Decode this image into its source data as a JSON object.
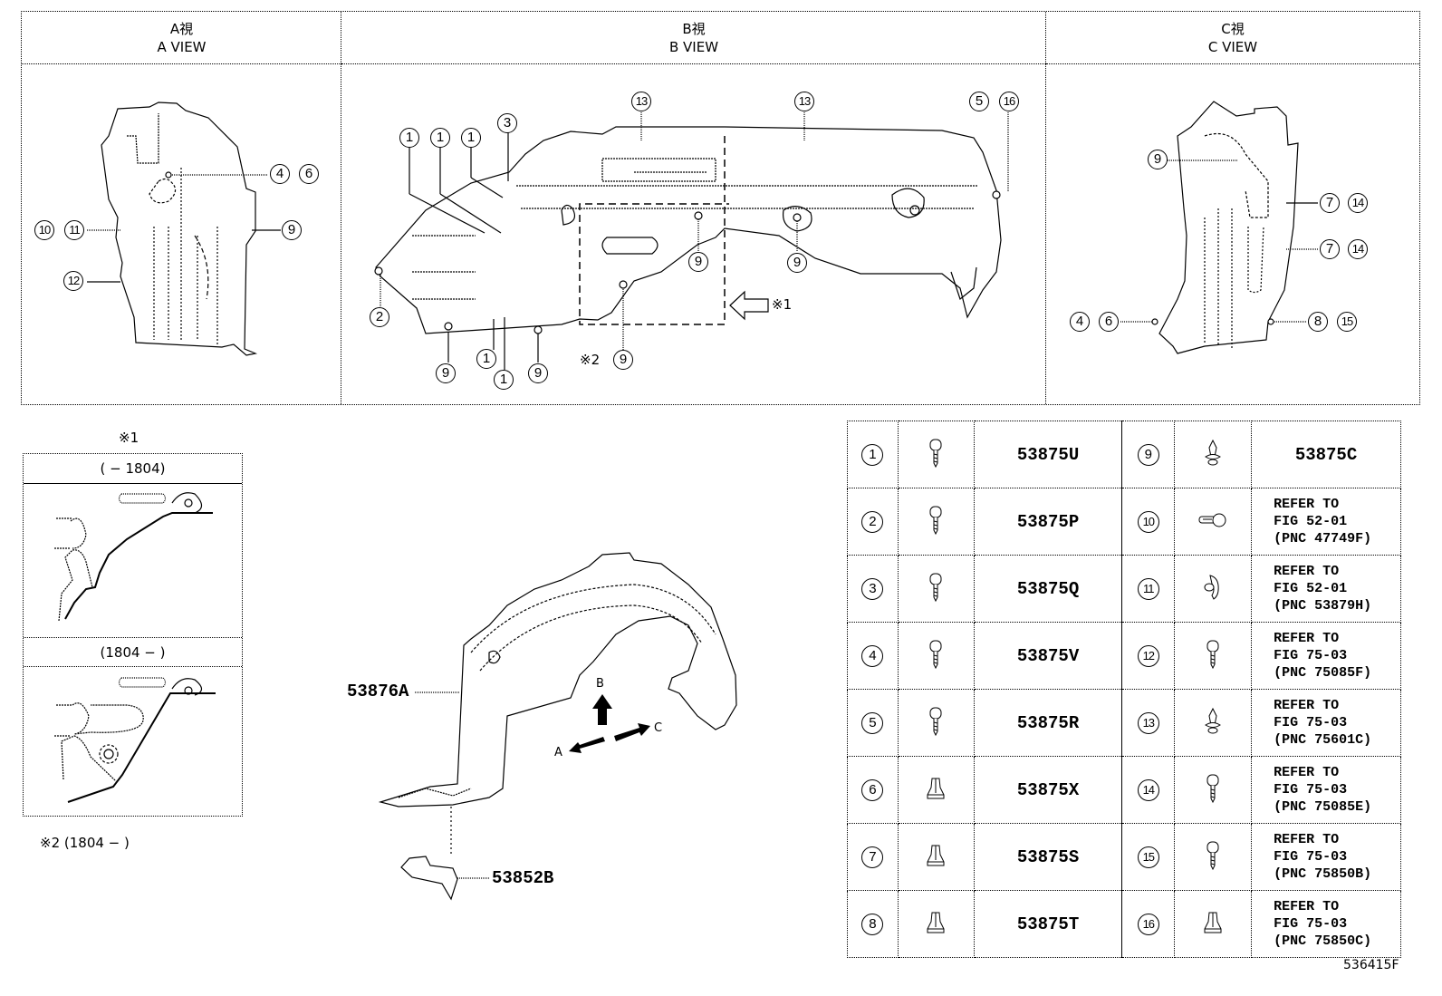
{
  "views": [
    {
      "id": "A",
      "title_jp": "A視",
      "title_en": "A VIEW"
    },
    {
      "id": "B",
      "title_jp": "B視",
      "title_en": "B VIEW"
    },
    {
      "id": "C",
      "title_jp": "C視",
      "title_en": "C VIEW"
    }
  ],
  "a_view_callouts": [
    "④⑥",
    "⑩⑪",
    "⑨",
    "⑫"
  ],
  "a_view": {
    "c46a": "4",
    "c46b": "6",
    "c10": "10",
    "c11": "11",
    "c9": "9",
    "c12": "12"
  },
  "b_view": {
    "c1": "1",
    "c2": "2",
    "c3": "3",
    "c5": "5",
    "c9": "9",
    "c13": "13",
    "c16": "16",
    "note1": "※1",
    "note2": "※2"
  },
  "c_view": {
    "c9": "9",
    "c7": "7",
    "c14": "14",
    "c4": "4",
    "c6": "6",
    "c8": "8",
    "c15": "15"
  },
  "inset": {
    "title": "※1",
    "row1_label": "(    − 1804)",
    "row2_label": "(1804 −     )",
    "footnote": "※2 (1804 −     )"
  },
  "main_parts": {
    "liner": "53876A",
    "bracket": "53852B",
    "dir_a": "A",
    "dir_b": "B",
    "dir_c": "C"
  },
  "parts_table": [
    {
      "left_no": "1",
      "left_pn": "53875U",
      "right_no": "9",
      "right_pn": "53875C",
      "left_icon": "screw-icon",
      "right_icon": "clip-icon"
    },
    {
      "left_no": "2",
      "left_pn": "53875P",
      "right_no": "10",
      "right_pn": "REFER TO\nFIG 52-01\n(PNC 47749F)",
      "left_icon": "screw-icon",
      "right_icon": "wire-clamp-icon"
    },
    {
      "left_no": "3",
      "left_pn": "53875Q",
      "right_no": "11",
      "right_pn": "REFER TO\nFIG 52-01\n(PNC 53879H)",
      "left_icon": "screw-icon",
      "right_icon": "bracket-clip-icon"
    },
    {
      "left_no": "4",
      "left_pn": "53875V",
      "right_no": "12",
      "right_pn": "REFER TO\nFIG 75-03\n(PNC 75085F)",
      "left_icon": "screw-icon",
      "right_icon": "screw-icon"
    },
    {
      "left_no": "5",
      "left_pn": "53875R",
      "right_no": "13",
      "right_pn": "REFER TO\nFIG 75-03\n(PNC 75601C)",
      "left_icon": "screw-icon",
      "right_icon": "clip-icon"
    },
    {
      "left_no": "6",
      "left_pn": "53875X",
      "right_no": "14",
      "right_pn": "REFER TO\nFIG 75-03\n(PNC 75085E)",
      "left_icon": "nut-icon",
      "right_icon": "screw-icon"
    },
    {
      "left_no": "7",
      "left_pn": "53875S",
      "right_no": "15",
      "right_pn": "REFER TO\nFIG 75-03\n(PNC 75850B)",
      "left_icon": "nut-icon",
      "right_icon": "screw-icon"
    },
    {
      "left_no": "8",
      "left_pn": "53875T",
      "right_no": "16",
      "right_pn": "REFER TO\nFIG 75-03\n(PNC 75850C)",
      "left_icon": "nut-icon",
      "right_icon": "nut-icon"
    }
  ],
  "figure_id": "536415F"
}
